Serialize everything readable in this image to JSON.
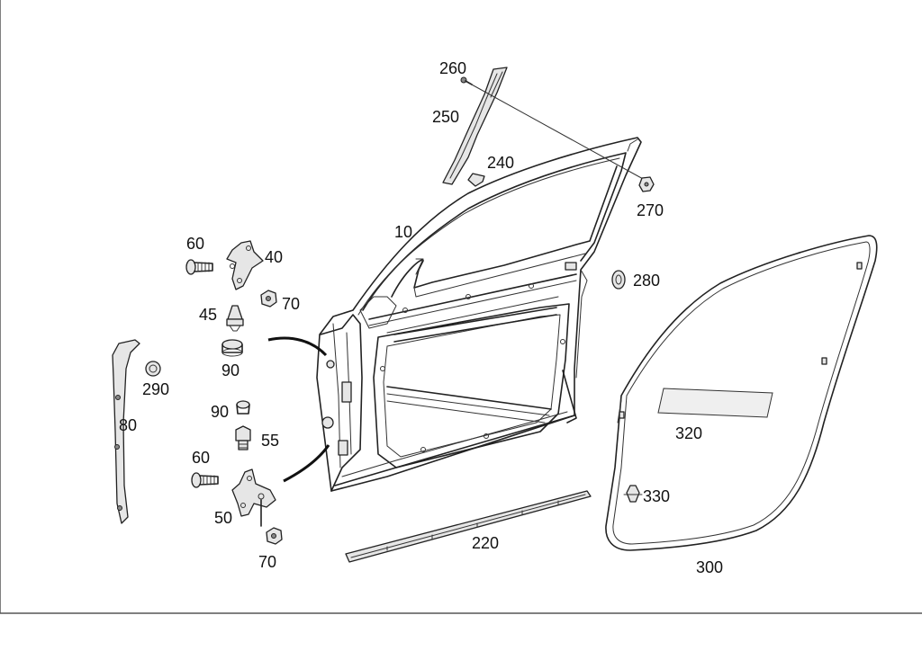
{
  "labels": {
    "l10": "10",
    "l40": "40",
    "l45": "45",
    "l50": "50",
    "l55": "55",
    "l60a": "60",
    "l60b": "60",
    "l70a": "70",
    "l70b": "70",
    "l80": "80",
    "l90a": "90",
    "l90b": "90",
    "l220": "220",
    "l240": "240",
    "l250": "250",
    "l260": "260",
    "l270": "270",
    "l280": "280",
    "l290": "290",
    "l300": "300",
    "l320": "320",
    "l330": "330"
  }
}
